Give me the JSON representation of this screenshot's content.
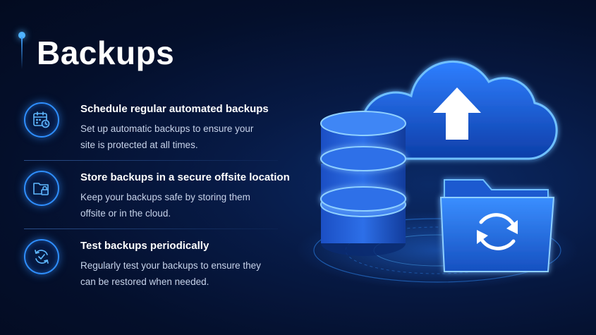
{
  "title": "Backups",
  "items": [
    {
      "icon": "calendar-clock-icon",
      "heading": "Schedule regular automated backups",
      "text": "Set up automatic backups to ensure your site is protected at all times."
    },
    {
      "icon": "folder-lock-icon",
      "heading": "Store backups in a secure offsite location",
      "text": "Keep your backups safe by storing them offsite or in the cloud."
    },
    {
      "icon": "check-refresh-icon",
      "heading": "Test backups periodically",
      "text": "Regularly test your backups to ensure they can be restored when needed."
    }
  ],
  "illustration": {
    "cloud_icon": "cloud-upload-icon",
    "database_icon": "database-icon",
    "folder_icon": "folder-sync-icon"
  },
  "colors": {
    "background": "#040f2b",
    "accent": "#2f8fff",
    "text_secondary": "#c7d3ea"
  }
}
